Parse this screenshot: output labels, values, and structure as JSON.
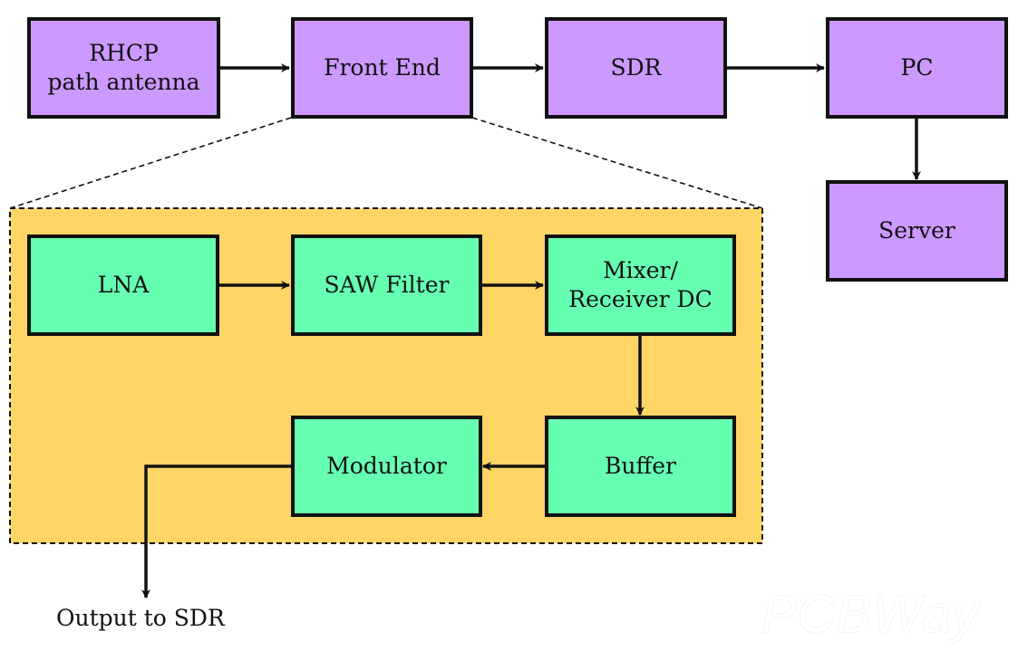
{
  "colors": {
    "system_block": "#cc99ff",
    "frontend_block": "#66ffb2",
    "frontend_panel": "#ffd666",
    "stroke": "#111111"
  },
  "system_chain": {
    "antenna": "RHCP\npath antenna",
    "front_end": "Front End",
    "sdr": "SDR",
    "pc": "PC",
    "server": "Server"
  },
  "front_end_detail": {
    "lna": "LNA",
    "saw_filter": "SAW Filter",
    "mixer": "Mixer/\nReceiver DC",
    "buffer": "Buffer",
    "modulator": "Modulator"
  },
  "output_label": "Output to SDR",
  "watermark": "PCBWay",
  "connections": [
    {
      "from": "RHCP path antenna",
      "to": "Front End"
    },
    {
      "from": "Front End",
      "to": "SDR"
    },
    {
      "from": "SDR",
      "to": "PC"
    },
    {
      "from": "PC",
      "to": "Server"
    },
    {
      "from": "LNA",
      "to": "SAW Filter"
    },
    {
      "from": "SAW Filter",
      "to": "Mixer/Receiver DC"
    },
    {
      "from": "Mixer/Receiver DC",
      "to": "Buffer"
    },
    {
      "from": "Buffer",
      "to": "Modulator"
    },
    {
      "from": "Modulator",
      "to": "Output to SDR"
    }
  ]
}
